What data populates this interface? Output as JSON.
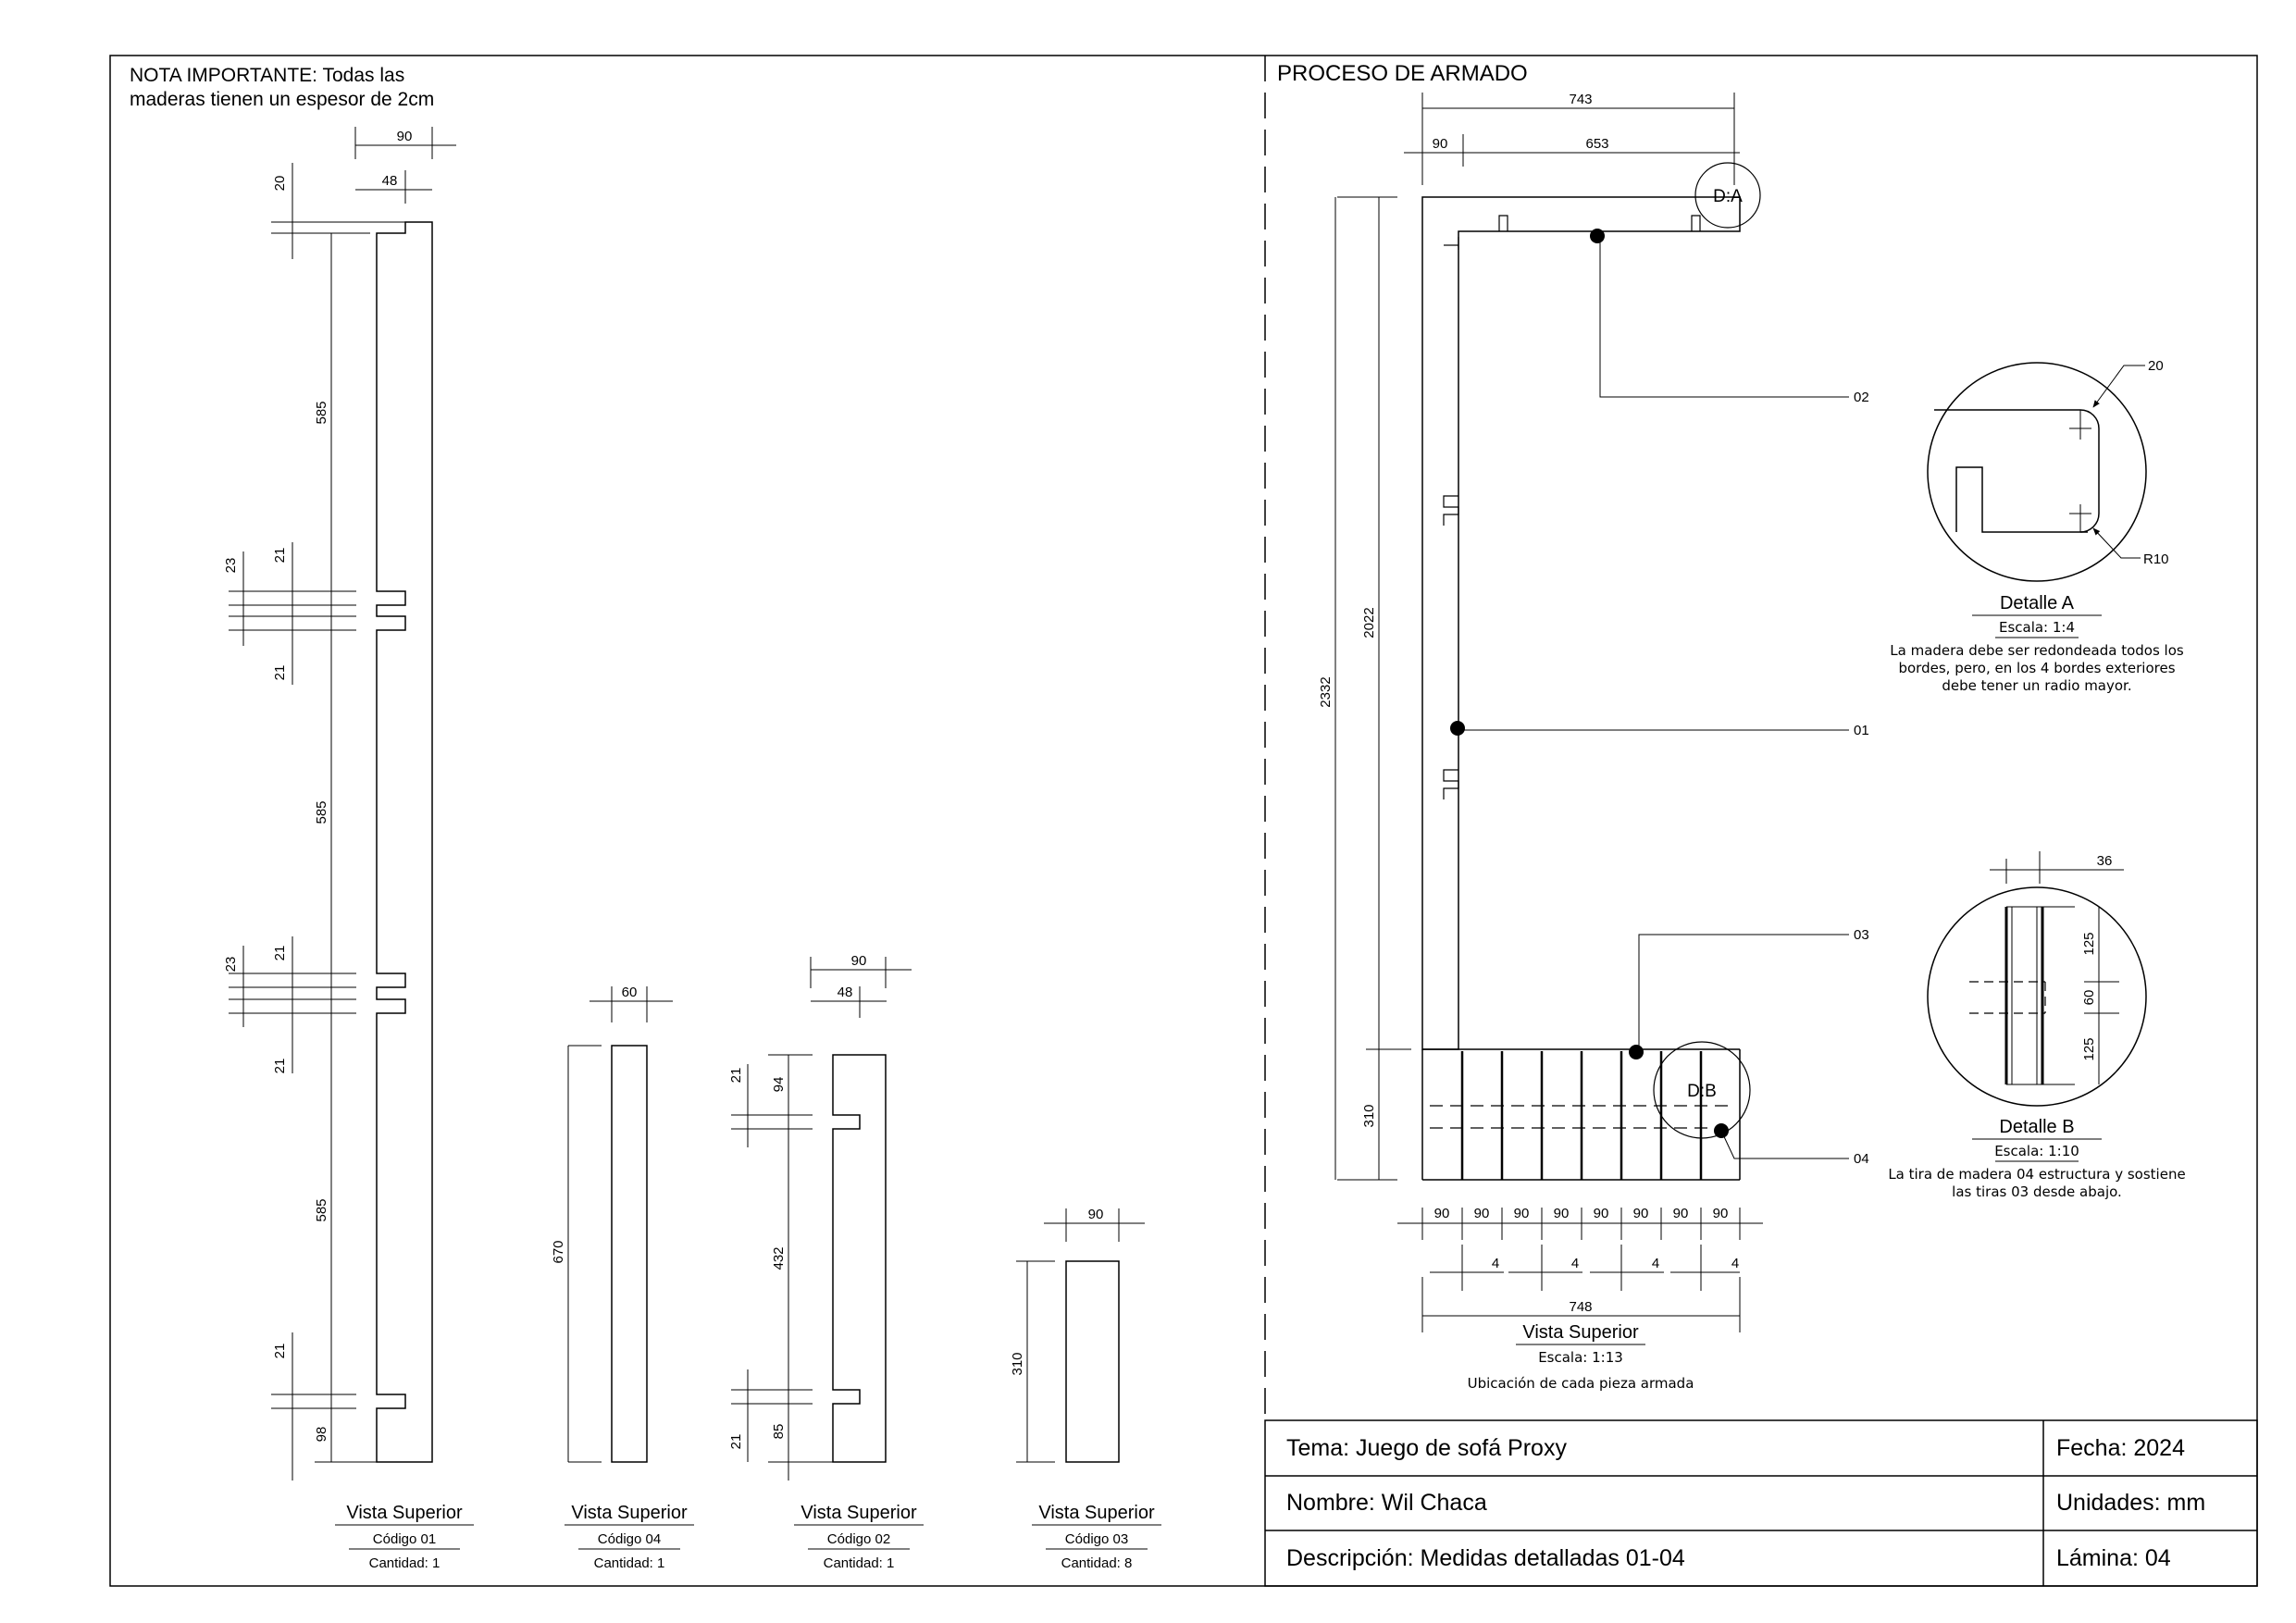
{
  "note": {
    "line1": "NOTA IMPORTANTE: Todas las",
    "line2": "maderas tienen un espesor de 2cm"
  },
  "process_title": "PROCESO DE ARMADO",
  "pieces": {
    "p01": {
      "dims": {
        "w90": "90",
        "w48": "48",
        "top20": "20",
        "s585a": "585",
        "s23a": "23",
        "s21a": "21",
        "s21b": "21",
        "s585b": "585",
        "s23b": "23",
        "s21c": "21",
        "s21d": "21",
        "s585c": "585",
        "s21e": "21",
        "s98": "98"
      },
      "view": "Vista Superior",
      "code": "Código 01",
      "qty": "Cantidad: 1"
    },
    "p04": {
      "dims": {
        "w60": "60",
        "h670": "670"
      },
      "view": "Vista Superior",
      "code": "Código 04",
      "qty": "Cantidad: 1"
    },
    "p02": {
      "dims": {
        "w90": "90",
        "w48": "48",
        "d21a": "21",
        "d94": "94",
        "d432": "432",
        "d21b": "21",
        "d85": "85"
      },
      "view": "Vista Superior",
      "code": "Código 02",
      "qty": "Cantidad: 1"
    },
    "p03": {
      "dims": {
        "w90": "90",
        "h310": "310"
      },
      "view": "Vista Superior",
      "code": "Código 03",
      "qty": "Cantidad: 8"
    }
  },
  "assembly": {
    "dims": {
      "d743": "743",
      "d90": "90",
      "d653": "653",
      "d2332": "2332",
      "d2022": "2022",
      "d310": "310",
      "d748": "748"
    },
    "bottom_90s": [
      "90",
      "90",
      "90",
      "90",
      "90",
      "90",
      "90",
      "90"
    ],
    "bottom_4s": [
      "4",
      "4",
      "4",
      "4"
    ],
    "callouts": {
      "c02": "02",
      "c01": "01",
      "c03": "03",
      "c04": "04"
    },
    "detail_markers": {
      "a": "D:A",
      "b": "D:B"
    },
    "view": "Vista Superior",
    "scale": "Escala: 1:13",
    "caption": "Ubicación de cada pieza armada"
  },
  "detail_a": {
    "r20": "20",
    "r10": "R10",
    "title": "Detalle A",
    "scale": "Escala: 1:4",
    "note_lines": [
      "La madera debe ser redondeada todos los",
      "bordes, pero, en los 4 bordes exteriores",
      "debe tener un radio mayor."
    ]
  },
  "detail_b": {
    "d36": "36",
    "d125a": "125",
    "d60": "60",
    "d125b": "125",
    "title": "Detalle B",
    "scale": "Escala: 1:10",
    "note_lines": [
      "La tira de madera 04 estructura y sostiene",
      "las tiras 03 desde abajo."
    ]
  },
  "title_block": {
    "tema": "Tema: Juego de sofá Proxy",
    "fecha": "Fecha: 2024",
    "nombre": "Nombre: Wil Chaca",
    "unidades": "Unidades: mm",
    "descripcion": "Descripción: Medidas detalladas 01-04",
    "lamina": "Lámina: 04"
  }
}
